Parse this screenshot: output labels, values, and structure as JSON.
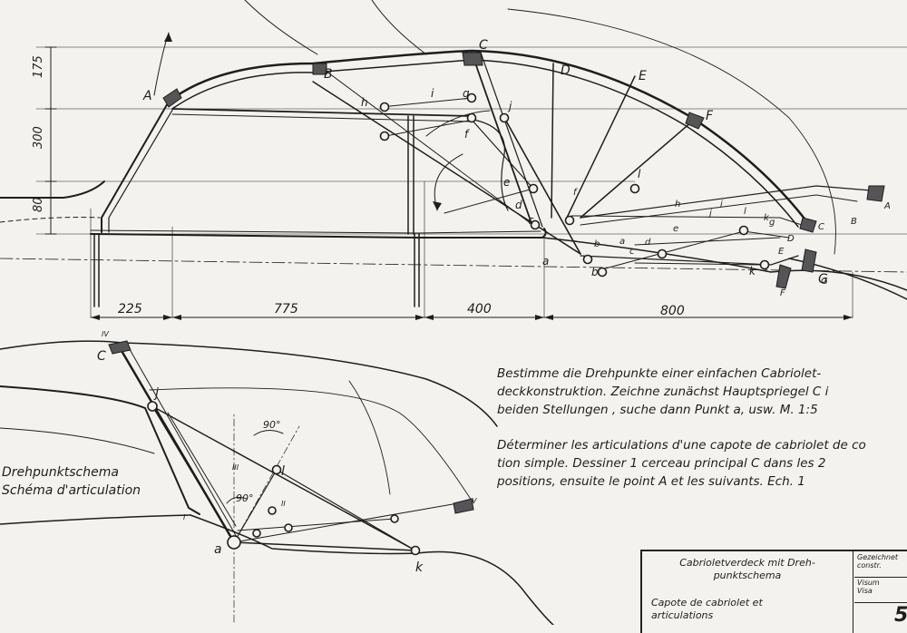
{
  "top_view": {
    "points": [
      "A",
      "B",
      "C",
      "D",
      "E",
      "F",
      "G"
    ],
    "joints": [
      "h",
      "i",
      "g",
      "f",
      "j",
      "e",
      "d",
      "c",
      "a",
      "b",
      "k",
      "l"
    ],
    "folded_labels": [
      "A",
      "B",
      "C",
      "D",
      "E",
      "F",
      "G",
      "a",
      "b",
      "c",
      "d",
      "e",
      "f",
      "g",
      "h",
      "i",
      "j",
      "k",
      "l"
    ],
    "dims_vertical": [
      "175",
      "300",
      "80"
    ],
    "dims_horizontal": [
      "225",
      "775",
      "400",
      "800"
    ]
  },
  "schema_view": {
    "points": [
      "C",
      "j",
      "l",
      "a",
      "k"
    ],
    "roman": [
      "IV",
      "III",
      "II",
      "I",
      "V"
    ],
    "angles": [
      "90°",
      "90°"
    ]
  },
  "notes": {
    "de": [
      "Bestimme die Drehpunkte einer einfachen Cabriolet-",
      "deckkonstruktion. Zeichne zunächst Hauptspriegel C i",
      "beiden Stellungen , suche dann Punkt a, usw.    M. 1:5"
    ],
    "fr": [
      "Déterminer les articulations d'une capote de cabriolet de co",
      "tion simple. Dessiner 1 cerceau principal C dans les 2",
      "positions, ensuite le point A et les suivants.      Ech. 1"
    ]
  },
  "schema_title": [
    "Drehpunktschema",
    "Schéma d'articulation"
  ],
  "title_block": {
    "de": [
      "Cabrioletverdeck mit Dreh-",
      "punktschema"
    ],
    "fr": [
      "Capote de cabriolet et",
      "articulations"
    ],
    "cell1": [
      "Gezeichnet",
      "constr."
    ],
    "cell2": [
      "Visum",
      "Visa"
    ],
    "number": "5("
  }
}
